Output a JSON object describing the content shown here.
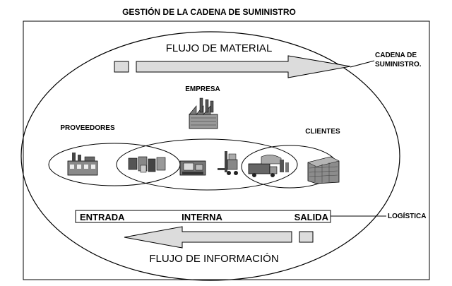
{
  "title": "GESTIÓN DE LA CADENA DE SUMINISTRO",
  "material_flow_label": "FLUJO DE MATERIAL",
  "information_flow_label": "FLUJO DE INFORMACIÓN",
  "supply_chain_label_line1": "CADENA DE",
  "supply_chain_label_line2": "SUMINISTRO.",
  "company_label": "EMPRESA",
  "suppliers_label": "PROVEEDORES",
  "customers_label": "CLIENTES",
  "logistics": {
    "entry": "ENTRADA",
    "internal": "INTERNA",
    "exit": "SALIDA",
    "label": "LOGÍSTICA"
  },
  "icons": [
    "factory-icon",
    "warehouse-goods-icon",
    "office-computer-icon",
    "forklift-icon",
    "delivery-truck-icon",
    "building-icon",
    "company-factory-icon"
  ],
  "colors": {
    "arrow_fill": "#dcdcdc",
    "box_fill": "#dcdcdc",
    "stroke": "#000000"
  }
}
